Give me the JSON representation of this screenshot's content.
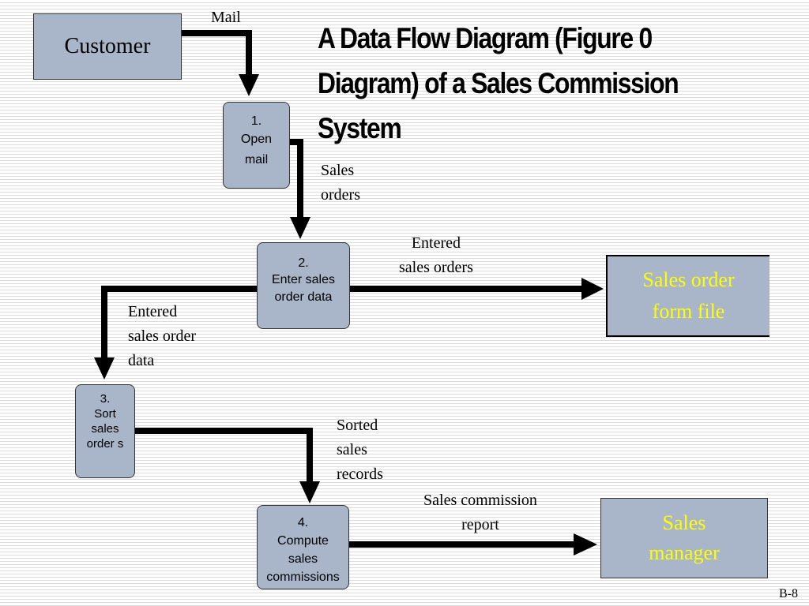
{
  "title": "A Data Flow Diagram (Figure 0 Diagram) of a Sales Commission System",
  "entities": {
    "customer": "Customer",
    "sales_manager": "Sales\nmanager"
  },
  "processes": [
    {
      "number": "1.",
      "label": "Open\nmail"
    },
    {
      "number": "2.",
      "label": "Enter sales\norder data"
    },
    {
      "number": "3.",
      "label": "Sort\nsales\norder s"
    },
    {
      "number": "4.",
      "label": "Compute\nsales\ncommissions"
    }
  ],
  "data_store": "Sales order\nform file",
  "flows": {
    "mail": "Mail",
    "sales_orders": "Sales\norders",
    "entered_sales_orders": "Entered\nsales orders",
    "entered_sales_order_data": "Entered\nsales order\ndata",
    "sorted_sales_records": "Sorted\nsales\nrecords",
    "sales_commission_report": "Sales commission\nreport"
  },
  "page_number": "B-8",
  "colors": {
    "box_fill": "#a9b6c9",
    "highlight_text": "#ffff00",
    "flow_line": "#000000"
  }
}
